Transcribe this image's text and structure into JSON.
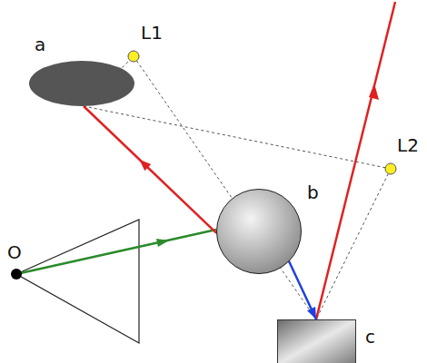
{
  "diagram": {
    "nodes": [
      {
        "text": [
          "a"
        ]
      },
      {
        "text": [
          "b"
        ]
      },
      {
        "text": [
          "c"
        ]
      }
    ],
    "edges": [
      {
        "from": 1,
        "to": 0,
        "arrow": "to"
      },
      {
        "from": 1,
        "to": 2,
        "arrow": "to"
      }
    ],
    "labels": [
      "L1",
      "L2",
      "O"
    ]
  }
}
